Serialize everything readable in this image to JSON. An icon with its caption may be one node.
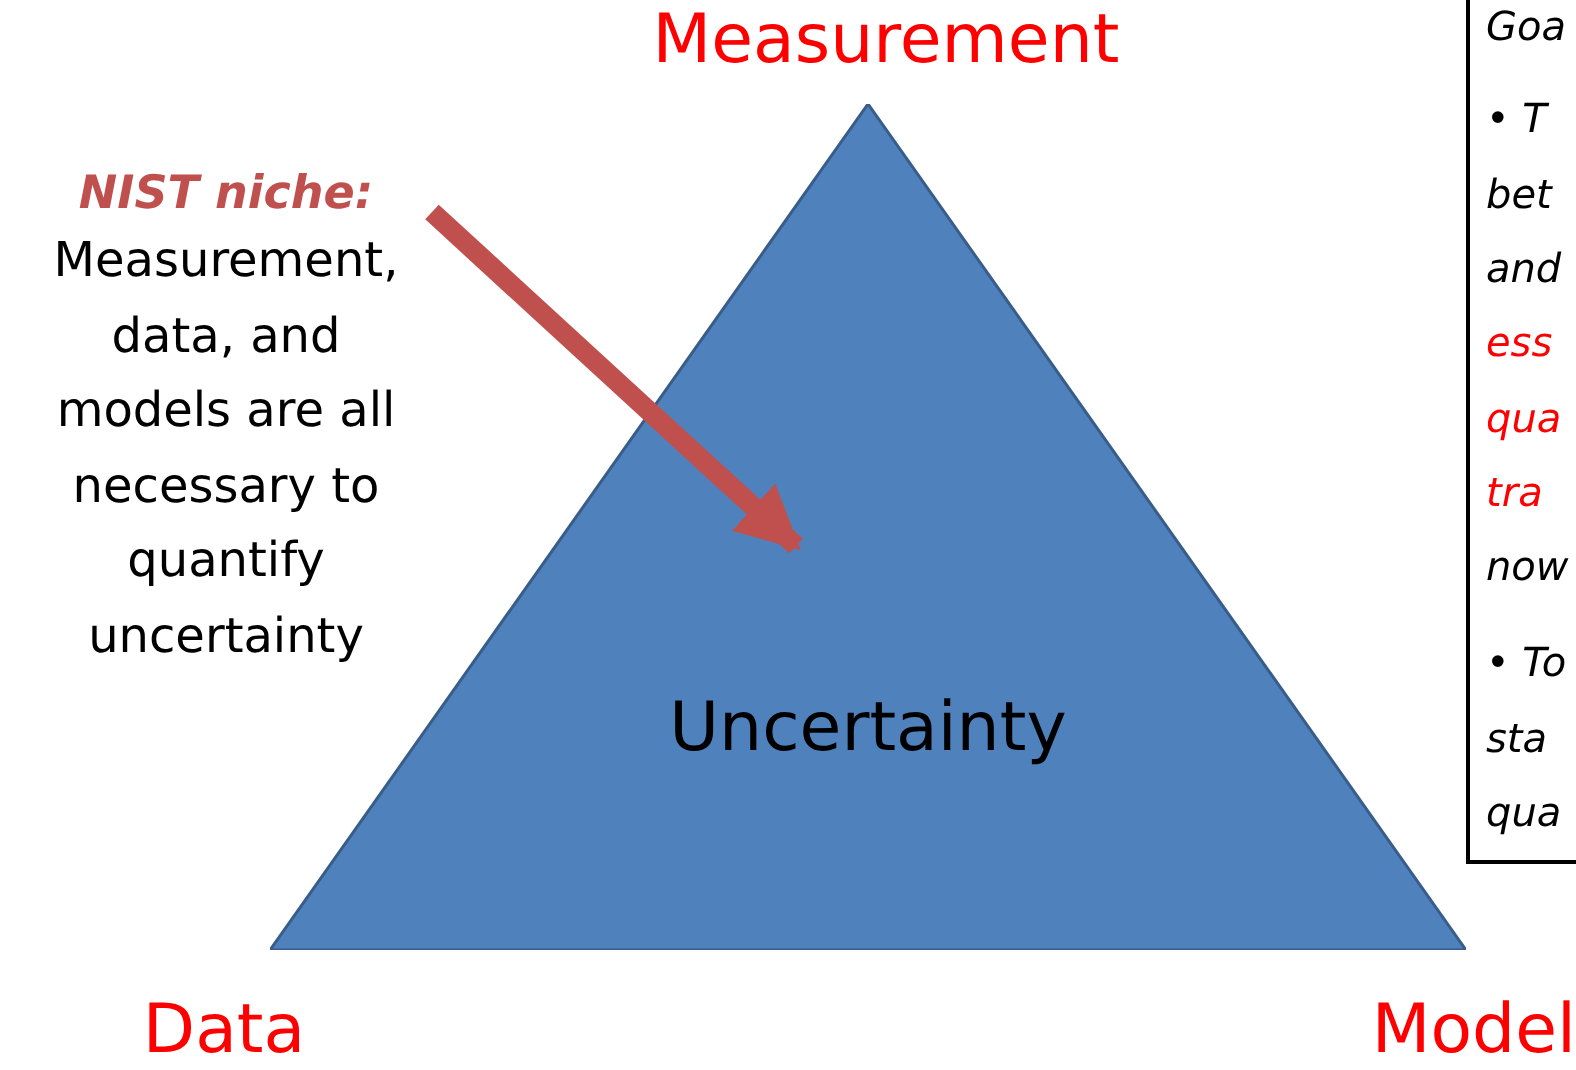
{
  "diagram": {
    "nodes": [
      {
        "text": [
          "Uncertainty"
        ],
        "beside": [
          "Measurement",
          "Data",
          "Model"
        ]
      },
      {
        "text": [
          "NIST niche:",
          "Measurement, data, and models are all necessary to quantify uncertainty"
        ]
      },
      {
        "text": [
          "Goa",
          "• T bet and",
          "ess qua tra",
          "now",
          "• To sta qua"
        ]
      }
    ],
    "edges": [
      {
        "from": 1,
        "to": 0,
        "arrow": "to"
      }
    ]
  }
}
